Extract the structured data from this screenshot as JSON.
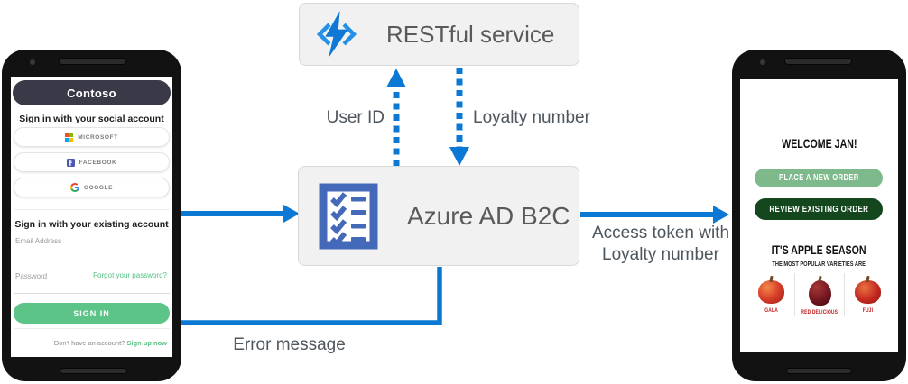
{
  "diagram": {
    "boxes": {
      "restful": {
        "label": "RESTful service"
      },
      "b2c": {
        "label": "Azure AD B2C"
      }
    },
    "flow_labels": {
      "user_id": "User ID",
      "loyalty_number": "Loyalty number",
      "access_token_line1": "Access token with",
      "access_token_line2": "Loyalty number",
      "error_message": "Error message"
    },
    "colors": {
      "arrow_blue": "#0b79d4",
      "box_background": "#f1f1f2",
      "box_border": "#d8d8d8",
      "box_text": "#595a5c",
      "flow_label_text": "#4e565e",
      "checklist_icon_blue": "#4569b9",
      "api_icon_blue": "#1583df"
    }
  },
  "left_phone": {
    "app_title": "Contoso",
    "social_heading": "Sign in with your social account",
    "social_buttons": [
      {
        "label": "MICROSOFT"
      },
      {
        "label": "FACEBOOK"
      },
      {
        "label": "GOOGLE"
      }
    ],
    "existing_heading": "Sign in with your existing account",
    "email_label": "Email Address",
    "password_label": "Password",
    "forgot_password_link": "Forgot your password?",
    "sign_in_button": "SIGN IN",
    "no_account_text": "Don't have an account? ",
    "sign_up_link": "Sign up now",
    "colors": {
      "header_background": "#3a3947",
      "accent_green": "#54c083",
      "sign_in_green": "#5bc486"
    }
  },
  "right_phone": {
    "welcome_heading": "WELCOME JAN!",
    "primary_button": "PLACE A NEW ORDER",
    "secondary_button": "REVIEW EXISTING  ORDER",
    "season_heading": "IT'S APPLE SEASON",
    "season_subheading": "THE MOST POPULAR VARIETIES ARE",
    "apple_varieties": [
      {
        "name": "GALA"
      },
      {
        "name": "RED DELICIOUS"
      },
      {
        "name": "FUJI"
      }
    ],
    "colors": {
      "primary_button_green": "#7eb98b",
      "secondary_button_green": "#14471e",
      "variety_label_red": "#c0181c"
    }
  }
}
